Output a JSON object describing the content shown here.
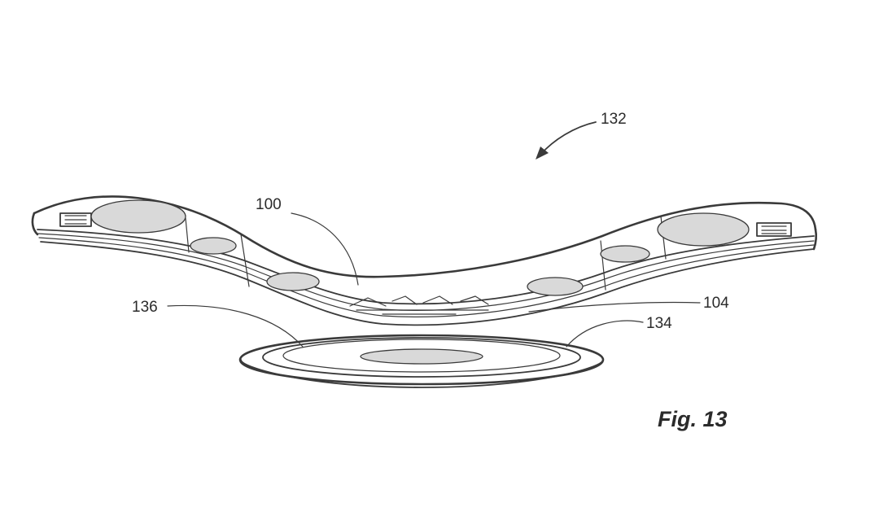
{
  "labels": {
    "assembly": "132",
    "body": "100",
    "edge": "104",
    "disc": "134",
    "inner": "136"
  },
  "caption": "Fig. 13"
}
